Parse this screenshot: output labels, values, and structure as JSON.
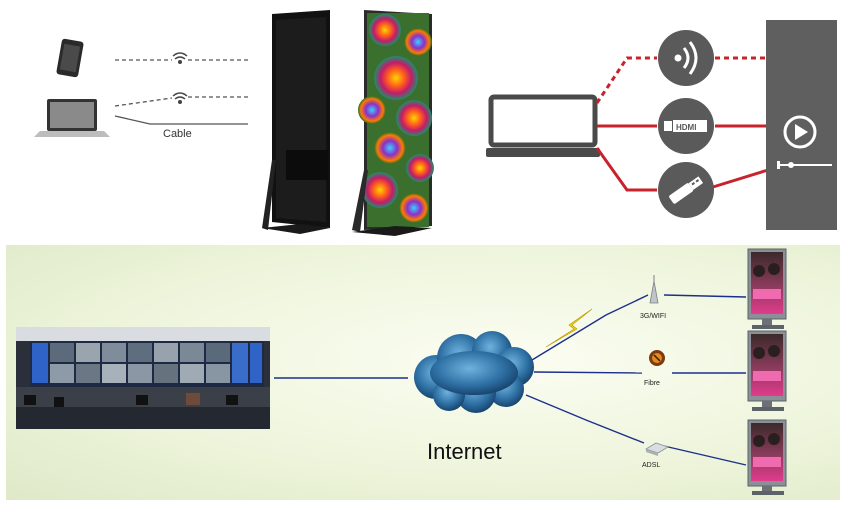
{
  "top_left": {
    "cable_label": "Cable"
  },
  "top_right": {
    "hdmi_label": "HDMI"
  },
  "network": {
    "internet_label": "Internet",
    "links": [
      {
        "label": "3G/WIFI"
      },
      {
        "label": "Fibre"
      },
      {
        "label": "ADSL"
      }
    ]
  },
  "colors": {
    "accent_red": "#c8232c",
    "link_blue": "#1c2f8a",
    "panel_gray": "#5f5f5f",
    "cloud_blue": "#2e6fa3"
  }
}
